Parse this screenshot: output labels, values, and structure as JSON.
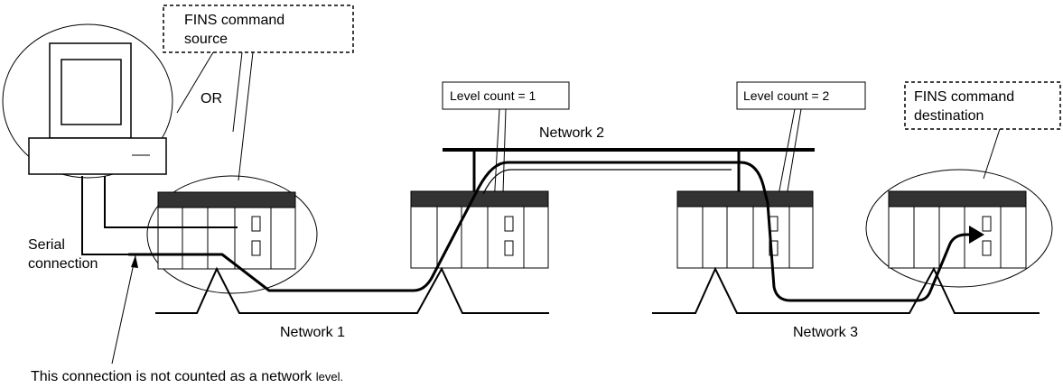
{
  "source_label": {
    "line1": "FINS command",
    "line2": "source"
  },
  "or_label": "OR",
  "level1_label": "Level count = 1",
  "level2_label": "Level count = 2",
  "destination_label": {
    "line1": "FINS command",
    "line2": "destination"
  },
  "network2_label": "Network 2",
  "network1_label": "Network 1",
  "network3_label": "Network 3",
  "serial_label": {
    "line1": "Serial",
    "line2": "connection"
  },
  "note": {
    "main": "This connection is not counted as a network ",
    "tail": "level."
  }
}
